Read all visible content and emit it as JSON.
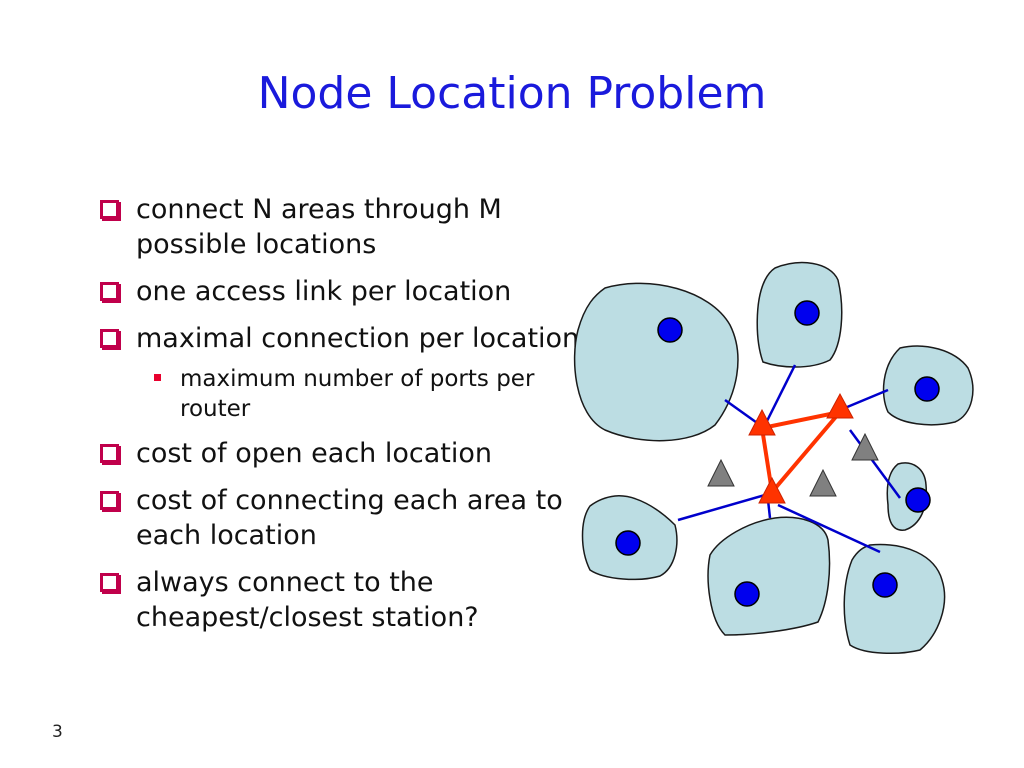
{
  "slide": {
    "title": "Node Location Problem",
    "page_number": "3",
    "bullets": [
      {
        "text": " connect N areas through M possible locations"
      },
      {
        "text": "  one access link per location"
      },
      {
        "text": " maximal connection per location"
      },
      {
        "text": " maximum number of ports per router",
        "sub": true
      },
      {
        "text": " cost of open each location"
      },
      {
        "text": " cost of connecting each area to each location"
      },
      {
        "text": " always connect to the cheapest/closest station?"
      }
    ]
  },
  "diagram": {
    "colors": {
      "area_fill": "#bcdde3",
      "area_stroke": "#1a1a1a",
      "node": "#0000ee",
      "link": "#0000cc",
      "chosen_location": "#ff3300",
      "backbone": "#ff3300",
      "unused_location": "#808080"
    },
    "areas": 7,
    "chosen_locations": 3,
    "unused_locations": 3
  }
}
